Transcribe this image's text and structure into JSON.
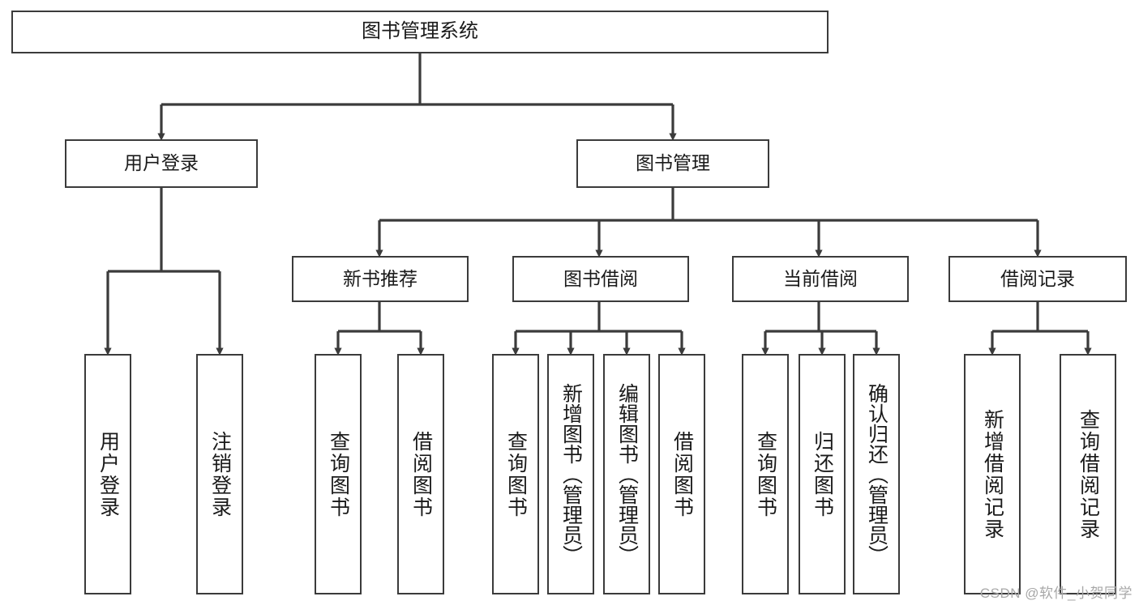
{
  "diagram": {
    "type": "tree",
    "title": "图书管理系统",
    "orientation": "top-down",
    "background_color": "#ffffff",
    "line_color": "#3b3b3b",
    "text_color": "#1a1a1a"
  },
  "nodes": {
    "root": {
      "label": "图书管理系统",
      "level": 0
    },
    "level1": [
      {
        "id": "user-login",
        "label": "用户登录"
      },
      {
        "id": "book-manage",
        "label": "图书管理"
      }
    ],
    "level2": [
      {
        "id": "new-book-recommend",
        "label": "新书推荐",
        "parent": "book-manage"
      },
      {
        "id": "book-borrow",
        "label": "图书借阅",
        "parent": "book-manage"
      },
      {
        "id": "current-borrow",
        "label": "当前借阅",
        "parent": "book-manage"
      },
      {
        "id": "borrow-record",
        "label": "借阅记录",
        "parent": "book-manage"
      }
    ],
    "leaves": [
      {
        "id": "leaf-user-login",
        "label": "用户登录",
        "parent": "user-login"
      },
      {
        "id": "leaf-logout",
        "label": "注销登录",
        "parent": "user-login"
      },
      {
        "id": "leaf-query-book-1",
        "label": "查询图书",
        "parent": "new-book-recommend"
      },
      {
        "id": "leaf-borrow-book-1",
        "label": "借阅图书",
        "parent": "new-book-recommend"
      },
      {
        "id": "leaf-query-book-2",
        "label": "查询图书",
        "parent": "book-borrow"
      },
      {
        "id": "leaf-add-book",
        "label": "新增图书（管理员）",
        "parent": "book-borrow"
      },
      {
        "id": "leaf-edit-book",
        "label": "编辑图书（管理员）",
        "parent": "book-borrow"
      },
      {
        "id": "leaf-borrow-book-2",
        "label": "借阅图书",
        "parent": "book-borrow"
      },
      {
        "id": "leaf-query-book-3",
        "label": "查询图书",
        "parent": "current-borrow"
      },
      {
        "id": "leaf-return-book",
        "label": "归还图书",
        "parent": "current-borrow"
      },
      {
        "id": "leaf-confirm-return",
        "label": "确认归还（管理员）",
        "parent": "current-borrow"
      },
      {
        "id": "leaf-add-record",
        "label": "新增借阅记录",
        "parent": "borrow-record"
      },
      {
        "id": "leaf-query-record",
        "label": "查询借阅记录",
        "parent": "borrow-record"
      }
    ]
  },
  "watermark": {
    "text": "CSDN @软件_小贺同学",
    "color": "#a8a8a8"
  }
}
